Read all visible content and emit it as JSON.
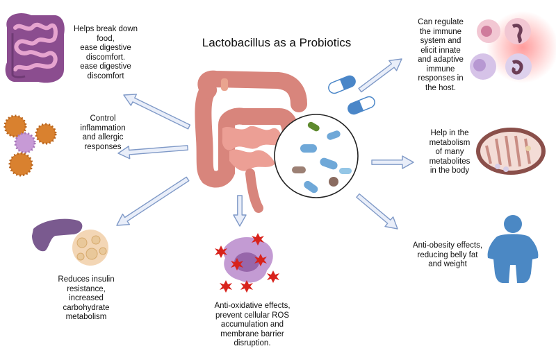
{
  "title": "Lactobacillus as a Probiotics",
  "colors": {
    "arrow_fill": "#e9eef9",
    "arrow_stroke": "#7f99c7",
    "intestine": "#e9958c",
    "pancreas": "#7a5a8f",
    "body_icon": "#4b88c4"
  },
  "benefits": {
    "digestion": "Helps break down\nfood,\nease digestive\ndiscomfort.\nease digestive\ndiscomfort",
    "inflammation": "Control\ninflammation\nand allergic\nresponses",
    "insulin": "Reduces insulin\nresistance,\nincreased\ncarbohydrate\nmetabolism",
    "oxidative": "Anti-oxidative effects,\nprevent cellular ROS\naccumulation and\nmembrane barrier\ndisruption.",
    "immune": "Can regulate\nthe immune\nsystem and\nelicit innate\nand adaptive\nimmune\nresponses in\nthe host.",
    "metabolism": "Help in the\nmetabolism\nof many\nmetabolites\nin the body",
    "obesity": "Anti-obesity effects,\nreducing belly fat\nand weight"
  },
  "icons": {
    "intestine": "large-intestine-icon",
    "small_intestine": "small-intestine-icon",
    "immune_cells": "immune-cells-icon",
    "pancreas": "pancreas-icon",
    "ros_cell": "ros-cell-icon",
    "capsules": "capsule-icon",
    "bacteria": "bacteria-magnifier-icon",
    "mitochondria": "mitochondria-icon",
    "person": "person-silhouette-icon",
    "blood_cells": "blood-cells-icon"
  }
}
